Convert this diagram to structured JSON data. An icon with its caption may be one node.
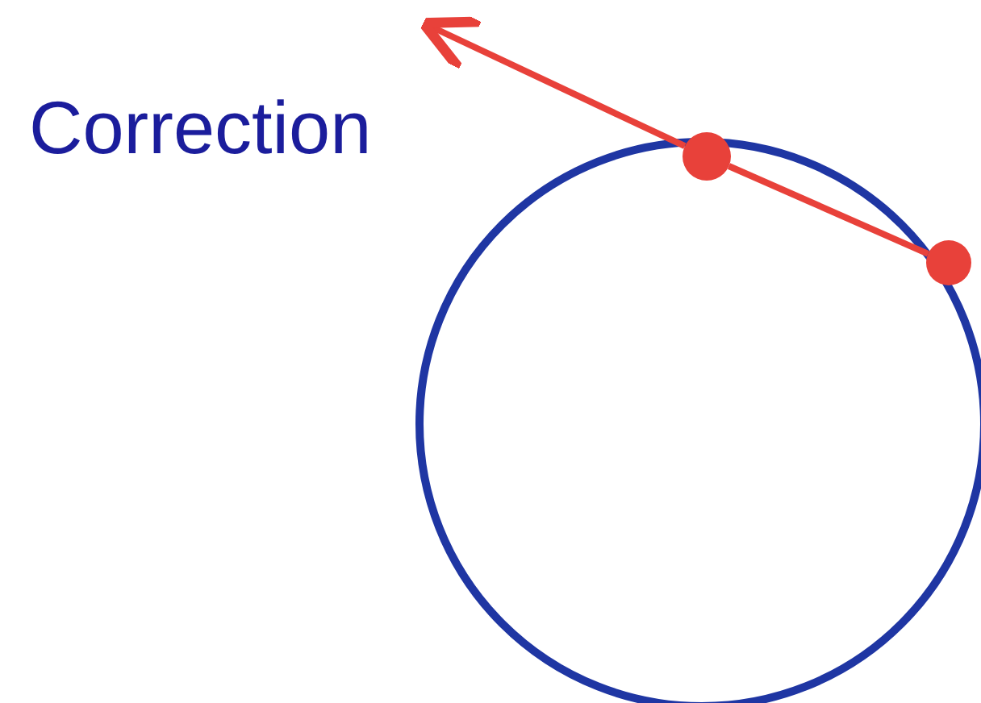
{
  "diagram": {
    "nodes": [
      {
        "text": [],
        "shape": "circle"
      },
      {
        "text": [],
        "shape": "circle"
      }
    ],
    "edges": [
      {
        "from": 1,
        "to": 0,
        "arrow": "none"
      },
      {
        "from": 0,
        "to": null,
        "arrow": "to"
      }
    ],
    "labels": [
      "Correction"
    ]
  }
}
